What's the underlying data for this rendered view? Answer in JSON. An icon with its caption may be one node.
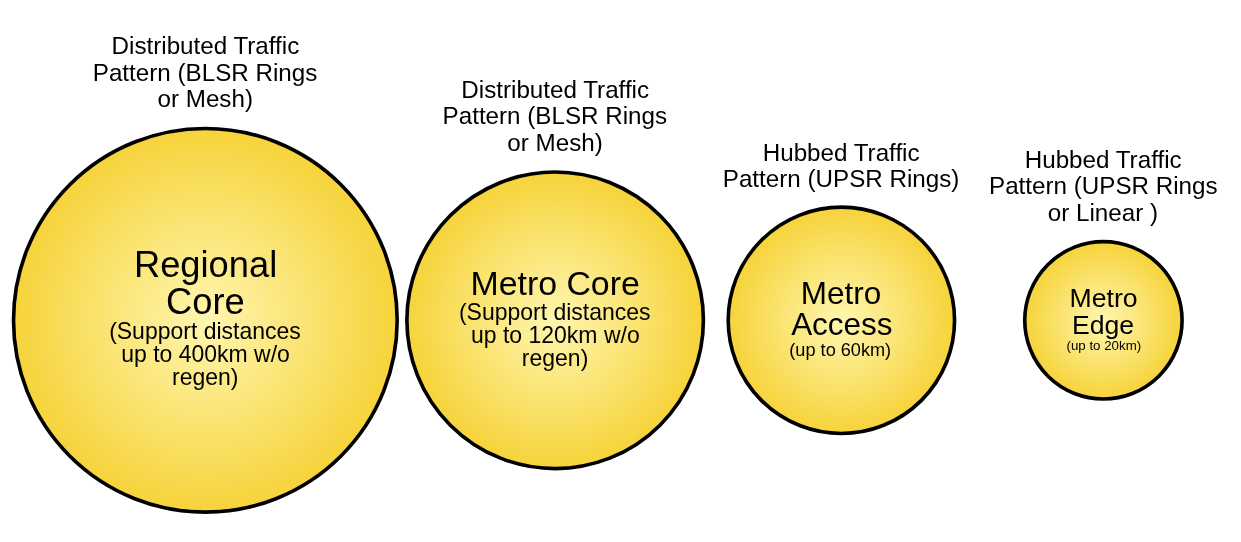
{
  "diagram": {
    "nodes": [
      {
        "text": [
          "Regional Core",
          "(Support distances up to 400km w/o regen)"
        ],
        "beside": [
          "Distributed Traffic Pattern (BLSR Rings or Mesh)"
        ]
      },
      {
        "text": [
          "Metro Core",
          "(Support distances up to 120km w/o regen)"
        ],
        "beside": [
          "Distributed Traffic Pattern (BLSR Rings or Mesh)"
        ]
      },
      {
        "text": [
          "Metro Access",
          "(up to 60km)"
        ],
        "beside": [
          "Hubbed Traffic Pattern (UPSR Rings)"
        ]
      },
      {
        "text": [
          "Metro Edge",
          "(up to 20km)"
        ],
        "beside": [
          "Hubbed Traffic Pattern (UPSR Rings or Linear )"
        ]
      }
    ]
  }
}
